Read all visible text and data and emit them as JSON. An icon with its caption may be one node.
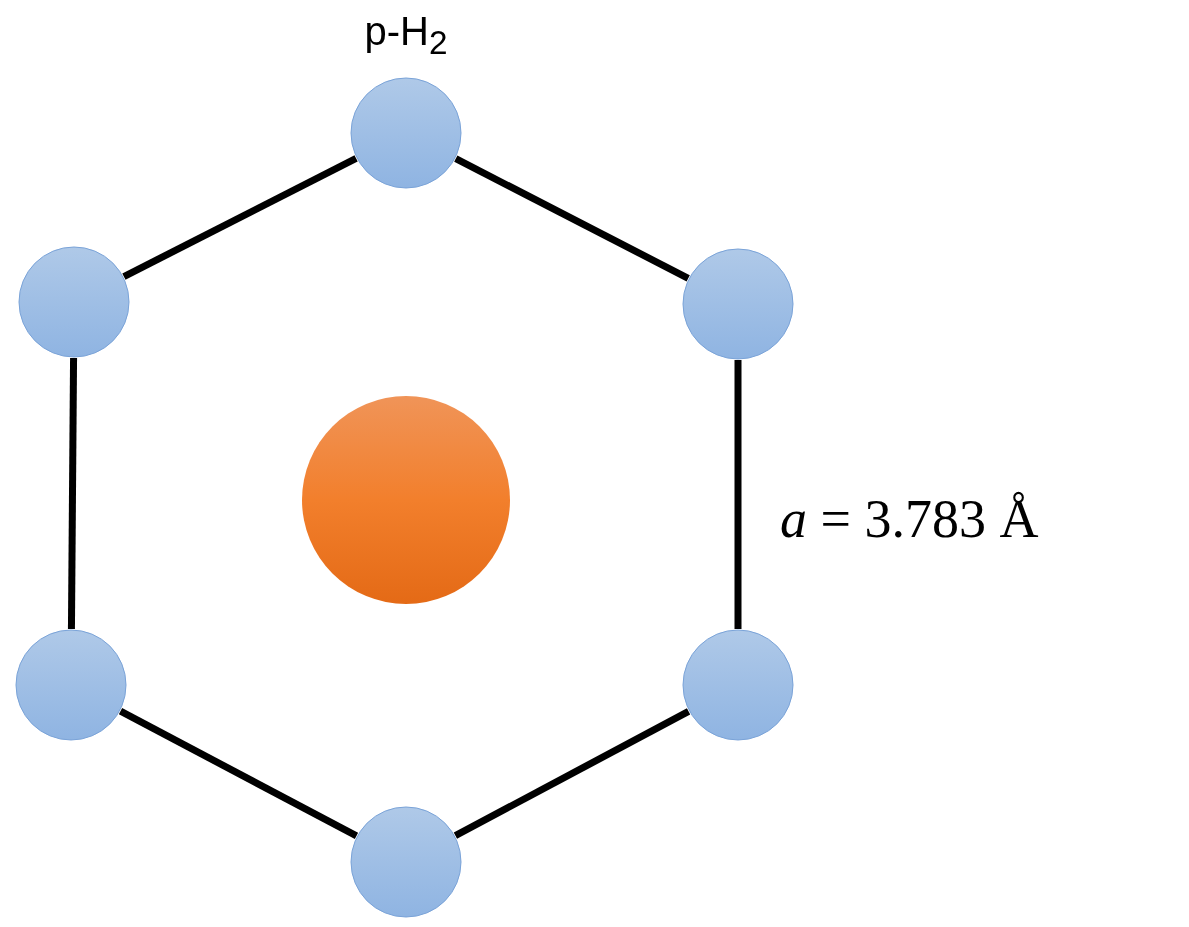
{
  "diagram": {
    "nodes": [
      {
        "text": [
          "p-H$_{2}$"
        ]
      },
      {
        "text": [],
        "shape": "circle"
      },
      {
        "text": [],
        "shape": "circle"
      },
      {
        "text": [],
        "shape": "circle"
      },
      {
        "text": [],
        "shape": "circle"
      },
      {
        "text": [],
        "shape": "circle"
      },
      {
        "text": [],
        "shape": "circle"
      }
    ],
    "edges": [
      {
        "from": 0,
        "to": 1,
        "arrow": "none"
      },
      {
        "from": 0,
        "to": 2,
        "arrow": "none"
      },
      {
        "from": 1,
        "to": 4,
        "arrow": "none"
      },
      {
        "from": 2,
        "to": 5,
        "arrow": "none"
      },
      {
        "from": 4,
        "to": 6,
        "arrow": "none"
      },
      {
        "from": 5,
        "to": 6,
        "arrow": "none"
      }
    ],
    "labels": [
      "*a* = 3.783 Å"
    ]
  }
}
